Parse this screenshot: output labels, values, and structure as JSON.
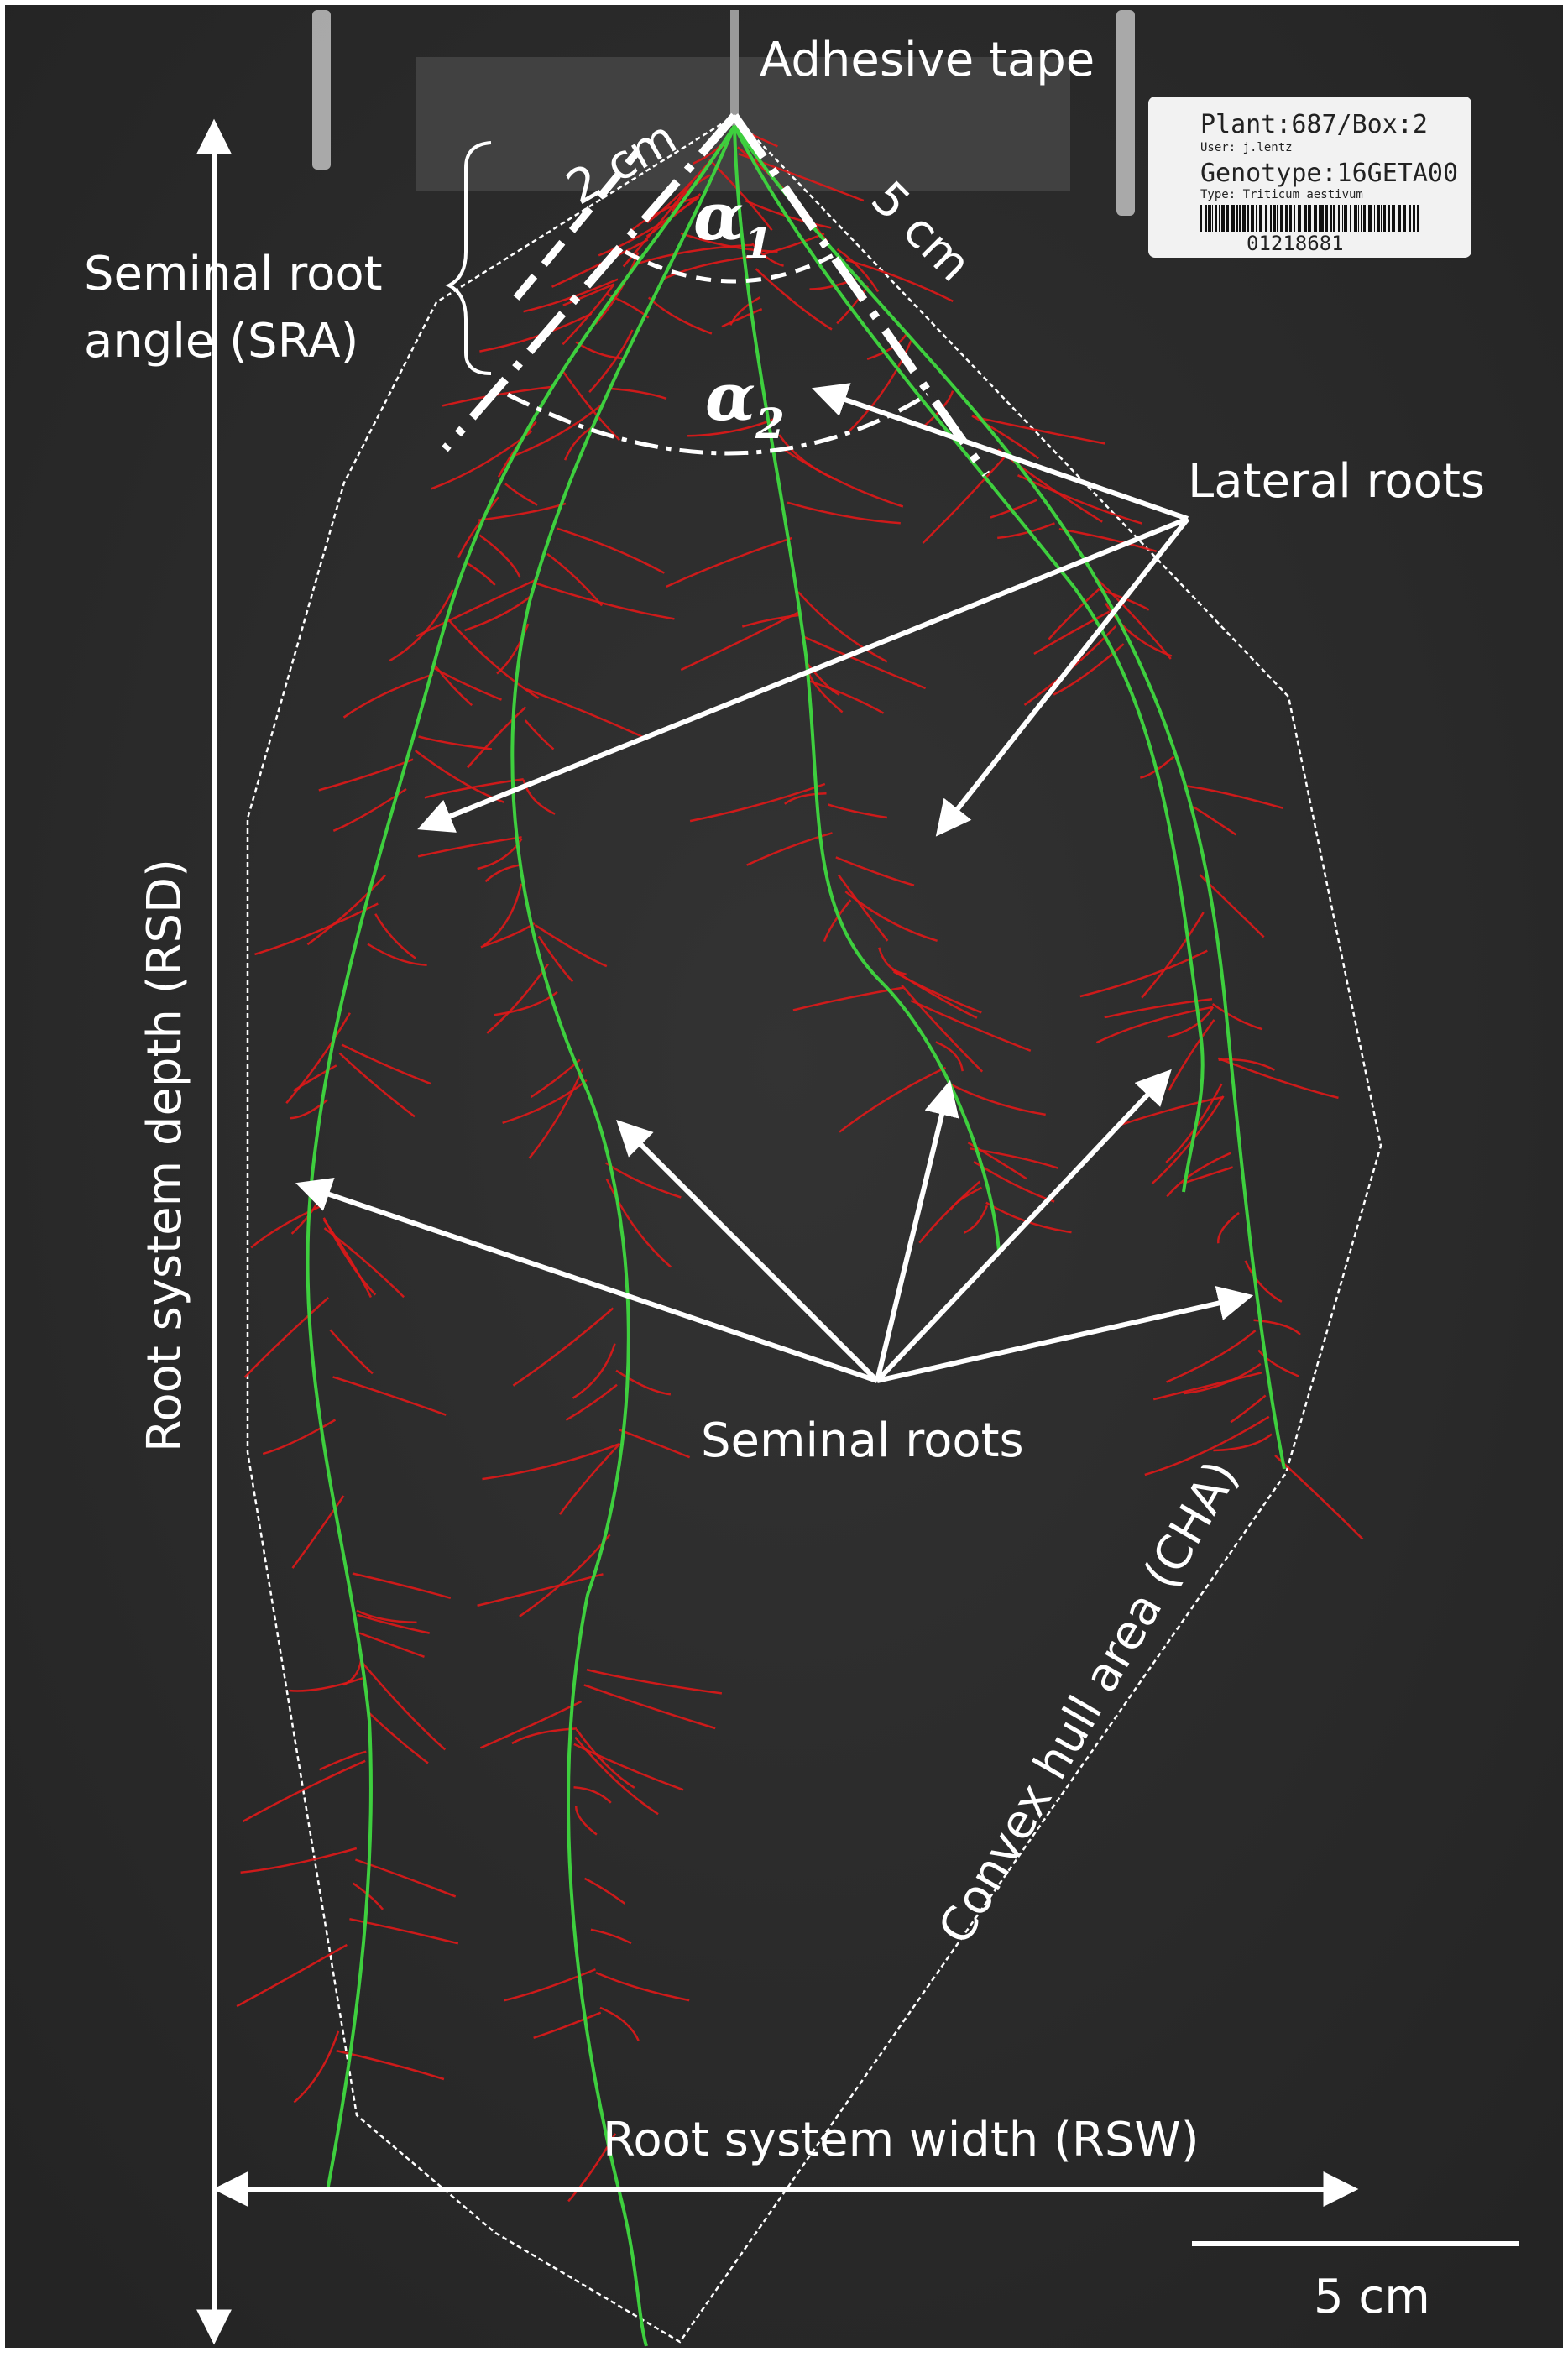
{
  "labels": {
    "adhesive_tape": "Adhesive tape",
    "seminal_root_angle_line1": "Seminal root",
    "seminal_root_angle_line2": "angle (SRA)",
    "two_cm": "2 cm",
    "five_cm_diag": "5 cm",
    "alpha": "α",
    "alpha1_sub": "1",
    "alpha2_sub": "2",
    "lateral_roots": "Lateral roots",
    "seminal_roots": "Seminal roots",
    "root_system_depth": "Root system depth (RSD)",
    "convex_hull_area": "Convex hull area (CHA)",
    "root_system_width": "Root system width (RSW)",
    "scale_bar": "5 cm"
  },
  "sample_label": {
    "line1": "Plant:687/Box:2",
    "line2": "User: j.lentz",
    "line3": "Genotype:16GETA00",
    "line4": "Type: Triticum aestivum",
    "barcode_number": "01218681"
  },
  "colors": {
    "background": "#2b2b2b",
    "seminal_root": "#3ecf3e",
    "lateral_root": "#e01818",
    "annotation": "#ffffff"
  }
}
